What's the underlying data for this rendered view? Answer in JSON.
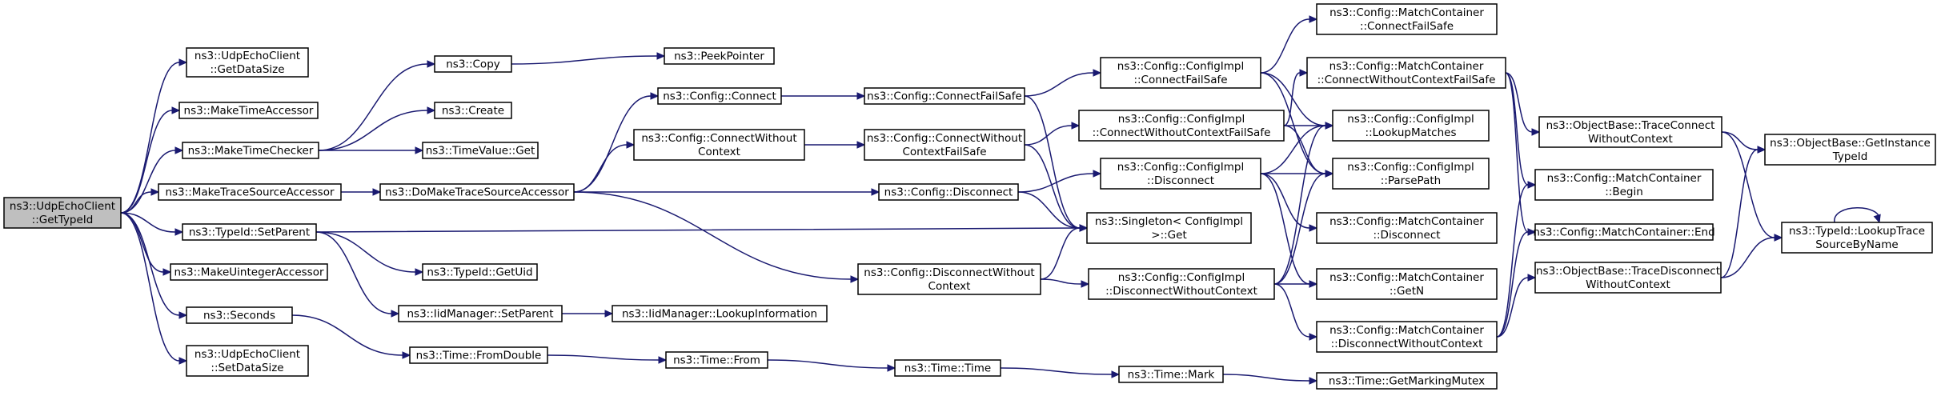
{
  "nodes": [
    {
      "id": "root",
      "lines": [
        "ns3::UdpEchoClient",
        "::GetTypeId"
      ],
      "root": true
    },
    {
      "id": "getDataSize",
      "lines": [
        "ns3::UdpEchoClient",
        "::GetDataSize"
      ]
    },
    {
      "id": "makeTimeAccessor",
      "lines": [
        "ns3::MakeTimeAccessor"
      ]
    },
    {
      "id": "makeTimeChecker",
      "lines": [
        "ns3::MakeTimeChecker"
      ]
    },
    {
      "id": "makeTraceSourceAccessor",
      "lines": [
        "ns3::MakeTraceSourceAccessor"
      ]
    },
    {
      "id": "typeIdSetParent",
      "lines": [
        "ns3::TypeId::SetParent"
      ]
    },
    {
      "id": "makeUintegerAccessor",
      "lines": [
        "ns3::MakeUintegerAccessor"
      ]
    },
    {
      "id": "seconds",
      "lines": [
        "ns3::Seconds"
      ]
    },
    {
      "id": "setDataSize",
      "lines": [
        "ns3::UdpEchoClient",
        "::SetDataSize"
      ]
    },
    {
      "id": "copy",
      "lines": [
        "ns3::Copy"
      ]
    },
    {
      "id": "create",
      "lines": [
        "ns3::Create"
      ]
    },
    {
      "id": "timeValueGet",
      "lines": [
        "ns3::TimeValue::Get"
      ]
    },
    {
      "id": "doMakeTSA",
      "lines": [
        "ns3::DoMakeTraceSourceAccessor"
      ]
    },
    {
      "id": "typeIdGetUid",
      "lines": [
        "ns3::TypeId::GetUid"
      ]
    },
    {
      "id": "iidSetParent",
      "lines": [
        "ns3::IidManager::SetParent"
      ]
    },
    {
      "id": "timeFromDouble",
      "lines": [
        "ns3::Time::FromDouble"
      ]
    },
    {
      "id": "peekPointer",
      "lines": [
        "ns3::PeekPointer"
      ]
    },
    {
      "id": "configConnect",
      "lines": [
        "ns3::Config::Connect"
      ]
    },
    {
      "id": "configConnectWithout",
      "lines": [
        "ns3::Config::ConnectWithout",
        "Context"
      ]
    },
    {
      "id": "iidLookupInfo",
      "lines": [
        "ns3::IidManager::LookupInformation"
      ]
    },
    {
      "id": "timeFrom",
      "lines": [
        "ns3::Time::From"
      ]
    },
    {
      "id": "configConnectFailSafe",
      "lines": [
        "ns3::Config::ConnectFailSafe"
      ]
    },
    {
      "id": "configConnectWithoutFS",
      "lines": [
        "ns3::Config::ConnectWithout",
        "ContextFailSafe"
      ]
    },
    {
      "id": "configDisconnect",
      "lines": [
        "ns3::Config::Disconnect"
      ]
    },
    {
      "id": "configDisconnectWithout",
      "lines": [
        "ns3::Config::DisconnectWithout",
        "Context"
      ]
    },
    {
      "id": "timeTime",
      "lines": [
        "ns3::Time::Time"
      ]
    },
    {
      "id": "implConnectFailSafe",
      "lines": [
        "ns3::Config::ConfigImpl",
        "::ConnectFailSafe"
      ]
    },
    {
      "id": "implConnectWithoutFS",
      "lines": [
        "ns3::Config::ConfigImpl",
        "::ConnectWithoutContextFailSafe"
      ]
    },
    {
      "id": "singletonGet",
      "lines": [
        "ns3::Singleton< ConfigImpl",
        " >::Get"
      ]
    },
    {
      "id": "implDisconnect",
      "lines": [
        "ns3::Config::ConfigImpl",
        "::Disconnect"
      ]
    },
    {
      "id": "implDisconnectWithout",
      "lines": [
        "ns3::Config::ConfigImpl",
        "::DisconnectWithoutContext"
      ]
    },
    {
      "id": "timeMark",
      "lines": [
        "ns3::Time::Mark"
      ]
    },
    {
      "id": "mcConnectFailSafe",
      "lines": [
        "ns3::Config::MatchContainer",
        "::ConnectFailSafe"
      ]
    },
    {
      "id": "mcConnectWithoutFS",
      "lines": [
        "ns3::Config::MatchContainer",
        "::ConnectWithoutContextFailSafe"
      ]
    },
    {
      "id": "implLookupMatches",
      "lines": [
        "ns3::Config::ConfigImpl",
        "::LookupMatches"
      ]
    },
    {
      "id": "implParsePath",
      "lines": [
        "ns3::Config::ConfigImpl",
        "::ParsePath"
      ]
    },
    {
      "id": "mcDisconnect",
      "lines": [
        "ns3::Config::MatchContainer",
        "::Disconnect"
      ]
    },
    {
      "id": "mcGetN",
      "lines": [
        "ns3::Config::MatchContainer",
        "::GetN"
      ]
    },
    {
      "id": "mcDisconnectWithout",
      "lines": [
        "ns3::Config::MatchContainer",
        "::DisconnectWithoutContext"
      ]
    },
    {
      "id": "timeGetMarkingMutex",
      "lines": [
        "ns3::Time::GetMarkingMutex"
      ]
    },
    {
      "id": "obTraceConnect",
      "lines": [
        "ns3::ObjectBase::TraceConnect",
        "WithoutContext"
      ]
    },
    {
      "id": "mcBegin",
      "lines": [
        "ns3::Config::MatchContainer",
        "::Begin"
      ]
    },
    {
      "id": "mcEnd",
      "lines": [
        "ns3::Config::MatchContainer::End"
      ]
    },
    {
      "id": "obTraceDisconnect",
      "lines": [
        "ns3::ObjectBase::TraceDisconnect",
        "WithoutContext"
      ]
    },
    {
      "id": "obGetInstanceTypeId",
      "lines": [
        "ns3::ObjectBase::GetInstance",
        "TypeId"
      ]
    },
    {
      "id": "typeIdLookupTrace",
      "lines": [
        "ns3::TypeId::LookupTrace",
        "SourceByName"
      ]
    }
  ],
  "edges": [
    [
      "root",
      "getDataSize"
    ],
    [
      "root",
      "makeTimeAccessor"
    ],
    [
      "root",
      "makeTimeChecker"
    ],
    [
      "root",
      "makeTraceSourceAccessor"
    ],
    [
      "root",
      "typeIdSetParent"
    ],
    [
      "root",
      "makeUintegerAccessor"
    ],
    [
      "root",
      "seconds"
    ],
    [
      "root",
      "setDataSize"
    ],
    [
      "makeTimeChecker",
      "copy"
    ],
    [
      "makeTimeChecker",
      "create"
    ],
    [
      "makeTimeChecker",
      "timeValueGet"
    ],
    [
      "copy",
      "peekPointer"
    ],
    [
      "makeTraceSourceAccessor",
      "doMakeTSA"
    ],
    [
      "doMakeTSA",
      "configConnect"
    ],
    [
      "doMakeTSA",
      "configConnectWithout"
    ],
    [
      "doMakeTSA",
      "configDisconnect"
    ],
    [
      "doMakeTSA",
      "configDisconnectWithout"
    ],
    [
      "typeIdSetParent",
      "typeIdGetUid"
    ],
    [
      "typeIdSetParent",
      "iidSetParent"
    ],
    [
      "typeIdSetParent",
      "singletonGet"
    ],
    [
      "iidSetParent",
      "iidLookupInfo"
    ],
    [
      "seconds",
      "timeFromDouble"
    ],
    [
      "timeFromDouble",
      "timeFrom"
    ],
    [
      "timeFrom",
      "timeTime"
    ],
    [
      "timeTime",
      "timeMark"
    ],
    [
      "timeMark",
      "timeGetMarkingMutex"
    ],
    [
      "configConnect",
      "configConnectFailSafe"
    ],
    [
      "configConnectWithout",
      "configConnectWithoutFS"
    ],
    [
      "configConnectFailSafe",
      "implConnectFailSafe"
    ],
    [
      "configConnectFailSafe",
      "singletonGet"
    ],
    [
      "configConnectWithoutFS",
      "implConnectWithoutFS"
    ],
    [
      "configConnectWithoutFS",
      "singletonGet"
    ],
    [
      "configDisconnect",
      "implDisconnect"
    ],
    [
      "configDisconnect",
      "singletonGet"
    ],
    [
      "configDisconnectWithout",
      "implDisconnectWithout"
    ],
    [
      "configDisconnectWithout",
      "singletonGet"
    ],
    [
      "implConnectFailSafe",
      "mcConnectFailSafe"
    ],
    [
      "implConnectFailSafe",
      "implLookupMatches"
    ],
    [
      "implConnectFailSafe",
      "implParsePath"
    ],
    [
      "implConnectWithoutFS",
      "mcConnectWithoutFS"
    ],
    [
      "implConnectWithoutFS",
      "implLookupMatches"
    ],
    [
      "implConnectWithoutFS",
      "implParsePath"
    ],
    [
      "implDisconnect",
      "implLookupMatches"
    ],
    [
      "implDisconnect",
      "implParsePath"
    ],
    [
      "implDisconnect",
      "mcDisconnect"
    ],
    [
      "implDisconnect",
      "mcGetN"
    ],
    [
      "implDisconnectWithout",
      "implLookupMatches"
    ],
    [
      "implDisconnectWithout",
      "implParsePath"
    ],
    [
      "implDisconnectWithout",
      "mcGetN"
    ],
    [
      "implDisconnectWithout",
      "mcDisconnectWithout"
    ],
    [
      "mcConnectWithoutFS",
      "obTraceConnect"
    ],
    [
      "mcConnectWithoutFS",
      "mcBegin"
    ],
    [
      "mcConnectWithoutFS",
      "mcEnd"
    ],
    [
      "mcDisconnectWithout",
      "mcBegin"
    ],
    [
      "mcDisconnectWithout",
      "mcEnd"
    ],
    [
      "mcDisconnectWithout",
      "obTraceDisconnect"
    ],
    [
      "obTraceConnect",
      "obGetInstanceTypeId"
    ],
    [
      "obTraceConnect",
      "typeIdLookupTrace"
    ],
    [
      "obTraceDisconnect",
      "obGetInstanceTypeId"
    ],
    [
      "obTraceDisconnect",
      "typeIdLookupTrace"
    ],
    [
      "typeIdLookupTrace",
      "typeIdLookupTrace"
    ]
  ]
}
